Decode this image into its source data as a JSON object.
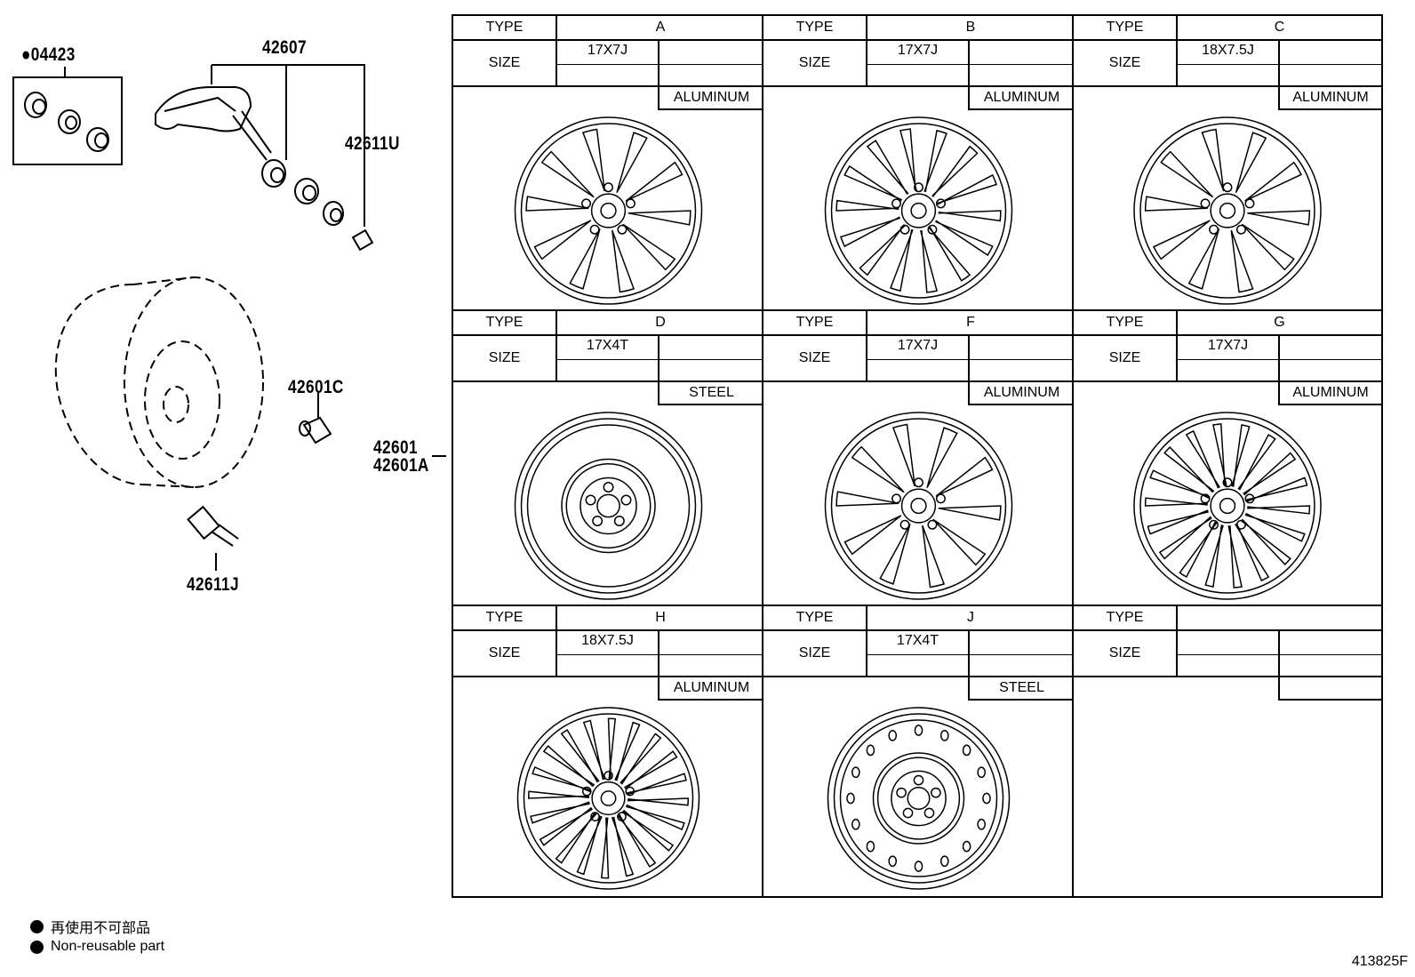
{
  "callouts": {
    "c04423": "●04423",
    "c42607": "42607",
    "c42611U": "42611U",
    "c42601C": "42601C",
    "c42601": "42601",
    "c42601A": "42601A",
    "c42611J": "42611J"
  },
  "table": {
    "type_label": "TYPE",
    "size_label": "SIZE",
    "cells": [
      {
        "type": "A",
        "size": "17X7J",
        "material": "ALUMINUM"
      },
      {
        "type": "B",
        "size": "17X7J",
        "material": "ALUMINUM"
      },
      {
        "type": "C",
        "size": "18X7.5J",
        "material": "ALUMINUM"
      },
      {
        "type": "D",
        "size": "17X4T",
        "material": "STEEL"
      },
      {
        "type": "F",
        "size": "17X7J",
        "material": "ALUMINUM"
      },
      {
        "type": "G",
        "size": "17X7J",
        "material": "ALUMINUM"
      },
      {
        "type": "H",
        "size": "18X7.5J",
        "material": "ALUMINUM"
      },
      {
        "type": "J",
        "size": "17X4T",
        "material": "STEEL"
      },
      {
        "type": "",
        "size": "",
        "material": ""
      }
    ]
  },
  "legend": {
    "jp": "再使用不可部品",
    "en": "Non-reusable part"
  },
  "diagram_id": "413825F"
}
